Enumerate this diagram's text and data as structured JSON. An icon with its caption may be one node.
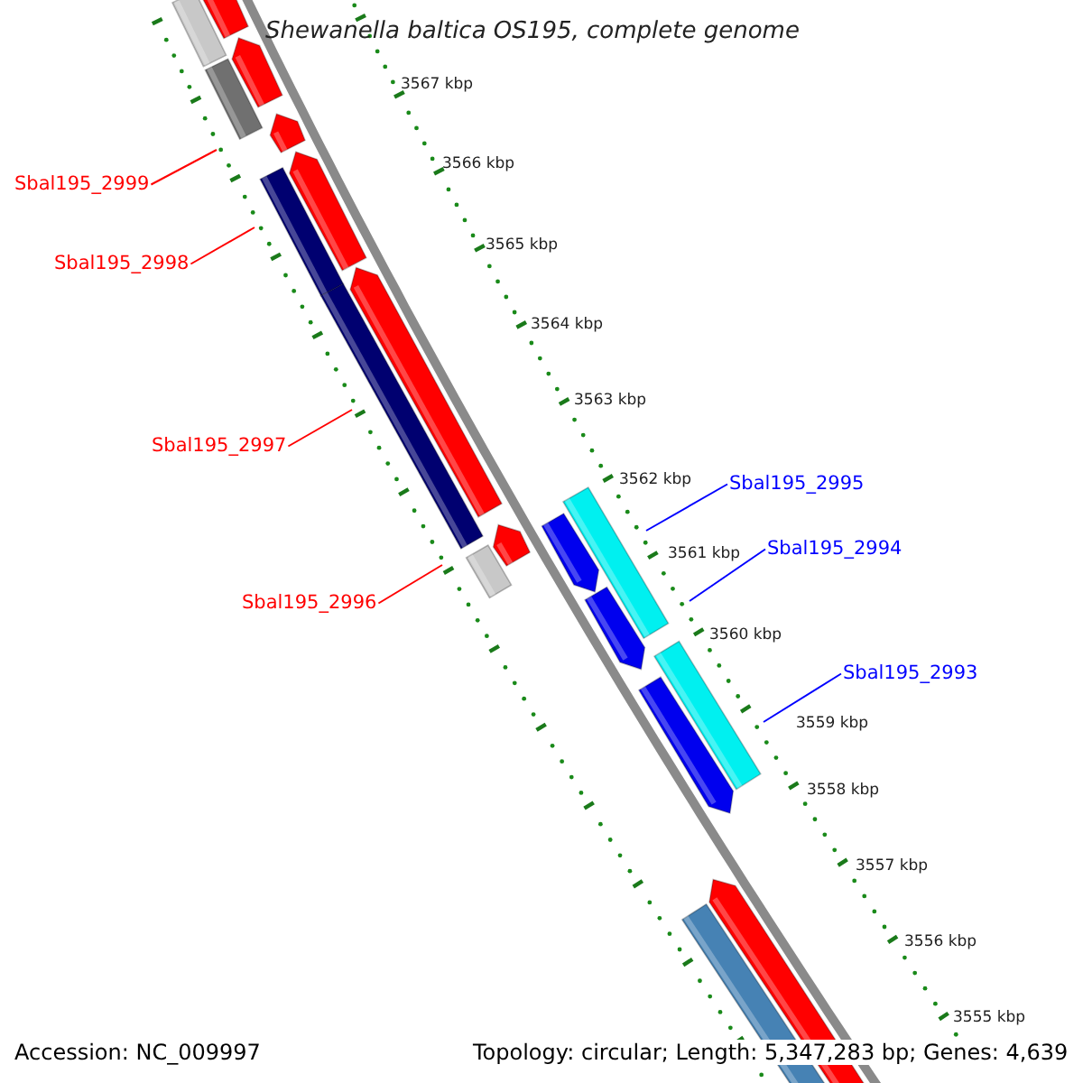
{
  "diagram": {
    "title": "Shewanella baltica OS195, complete genome",
    "nodes": [
      {
        "text": [
          "Sbal195_2999"
        ]
      },
      {
        "text": [
          "Sbal195_2998"
        ]
      },
      {
        "text": [
          "Sbal195_2997"
        ]
      },
      {
        "text": [
          "Sbal195_2996"
        ]
      },
      {
        "text": [
          "Sbal195_2995"
        ]
      },
      {
        "text": [
          "Sbal195_2994"
        ]
      },
      {
        "text": [
          "Sbal195_2993"
        ]
      }
    ],
    "edges": [
      {
        "from": 0,
        "to": null,
        "arrow": "none"
      },
      {
        "from": 1,
        "to": null,
        "arrow": "none"
      },
      {
        "from": 2,
        "to": null,
        "arrow": "none"
      },
      {
        "from": 3,
        "to": null,
        "arrow": "none"
      },
      {
        "from": 4,
        "to": null,
        "arrow": "none",
        "color": "#0000ff"
      },
      {
        "from": 5,
        "to": null,
        "arrow": "none",
        "color": "#0000ff"
      },
      {
        "from": 6,
        "to": null,
        "arrow": "none",
        "color": "#0000ff"
      }
    ],
    "labels": [
      "3567 kbp",
      "3566 kbp",
      "3565 kbp",
      "3564 kbp",
      "3563 kbp",
      "3562 kbp",
      "3561 kbp",
      "3560 kbp",
      "3559 kbp",
      "3558 kbp",
      "3557 kbp",
      "3556 kbp",
      "3555 kbp",
      "Accession: NC_009997",
      "Topology: circular; Length: 5,347,283 bp; Genes: 4,639"
    ]
  }
}
